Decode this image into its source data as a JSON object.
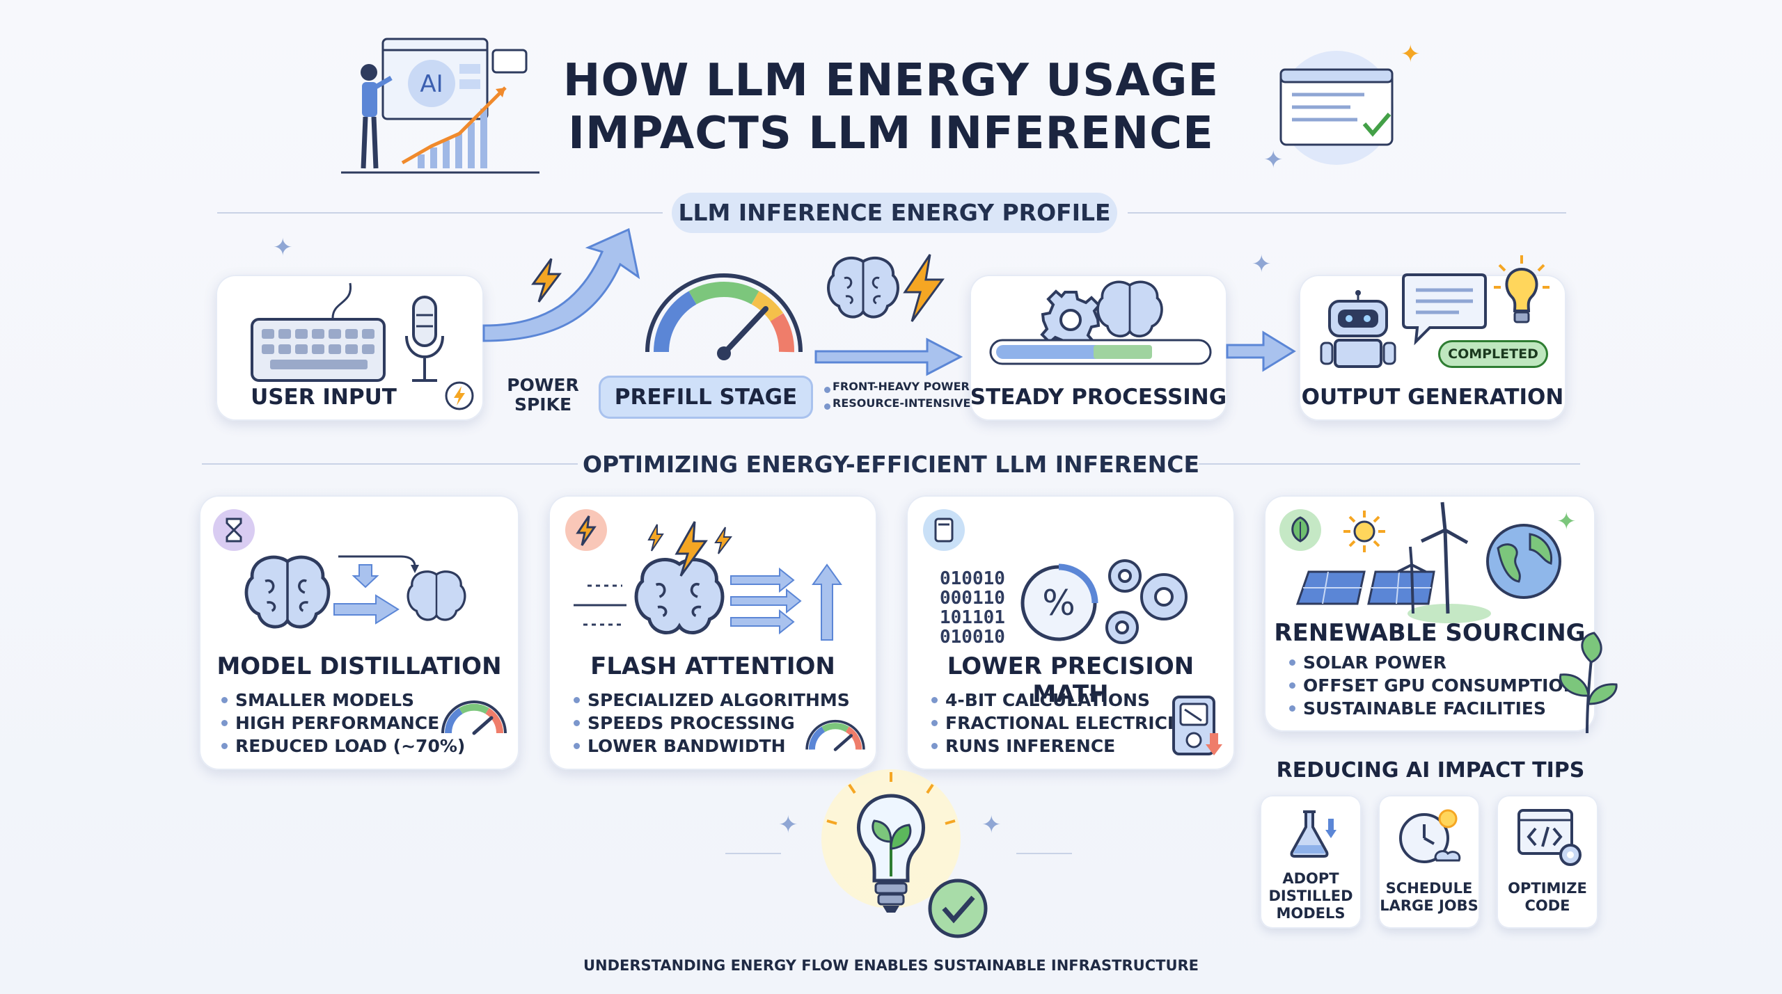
{
  "header": {
    "title_line1": "HOW LLM ENERGY USAGE",
    "title_line2": "IMPACTS LLM INFERENCE",
    "illustration_text": "AI"
  },
  "profile": {
    "section_title": "LLM INFERENCE ENERGY PROFILE",
    "user_input": "USER INPUT",
    "power_spike": "POWER SPIKE",
    "prefill_stage": "PREFILL STAGE",
    "prefill_notes": [
      "FRONT-HEAVY POWER",
      "RESOURCE-INTENSIVE"
    ],
    "steady_processing": "STEADY PROCESSING",
    "output_generation": "OUTPUT GENERATION",
    "completed_badge": "COMPLETED"
  },
  "optimizing": {
    "section_title": "OPTIMIZING ENERGY-EFFICIENT LLM INFERENCE",
    "cards": [
      {
        "title": "MODEL DISTILLATION",
        "bullets": [
          "SMALLER MODELS",
          "HIGH PERFORMANCE",
          "REDUCED LOAD (~70%)"
        ]
      },
      {
        "title": "FLASH ATTENTION",
        "bullets": [
          "SPECIALIZED ALGORITHMS",
          "SPEEDS PROCESSING",
          "LOWER BANDWIDTH"
        ]
      },
      {
        "title": "LOWER PRECISION MATH",
        "bullets": [
          "4-BIT CALCULATIONS",
          "FRACTIONAL ELECTRICITY",
          "RUNS INFERENCE"
        ],
        "binary": [
          "010010",
          "000110",
          "101101",
          "010010"
        ],
        "percent": "%"
      },
      {
        "title": "RENEWABLE SOURCING",
        "bullets": [
          "SOLAR POWER",
          "OFFSET GPU CONSUMPTION",
          "SUSTAINABLE FACILITIES"
        ]
      }
    ]
  },
  "tips": {
    "title": "REDUCING AI IMPACT TIPS",
    "items": [
      {
        "line1": "ADOPT",
        "line2": "DISTILLED",
        "line3": "MODELS"
      },
      {
        "line1": "SCHEDULE",
        "line2": "LARGE JOBS"
      },
      {
        "line1": "OPTIMIZE",
        "line2": "CODE"
      }
    ]
  },
  "footer": {
    "text": "UNDERSTANDING ENERGY FLOW ENABLES SUSTAINABLE INFRASTRUCTURE"
  },
  "colors": {
    "accent_blue": "#5b86d6",
    "light_blue": "#dbe6f8",
    "orange": "#f5a623",
    "green": "#5cb85c",
    "navy": "#1b2540"
  }
}
